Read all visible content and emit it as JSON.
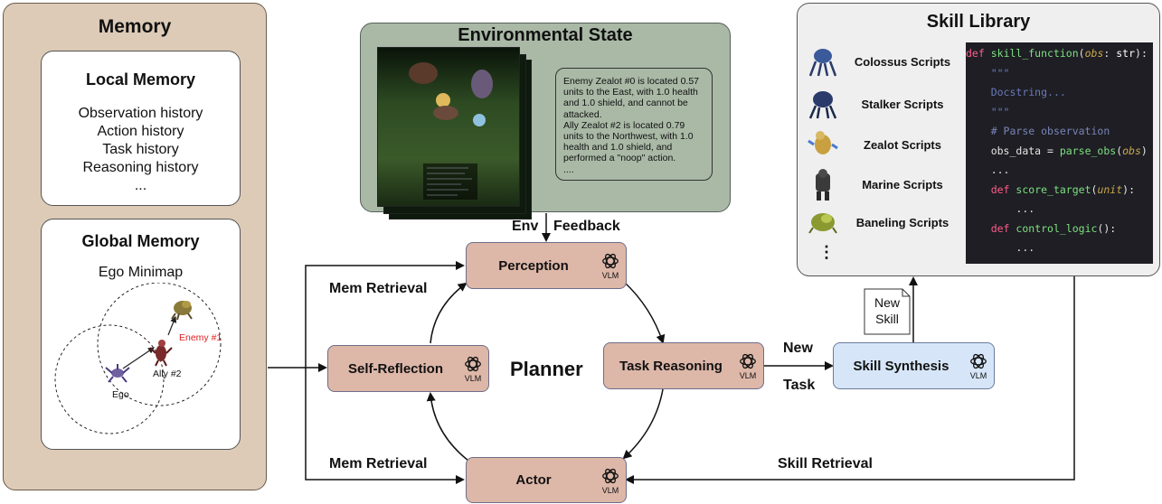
{
  "memory": {
    "title": "Memory",
    "local": {
      "title": "Local Memory",
      "items": [
        "Observation history",
        "Action history",
        "Task history",
        "Reasoning history",
        "..."
      ]
    },
    "global": {
      "title": "Global Memory",
      "subtitle": "Ego Minimap",
      "labels": {
        "enemy": "Enemy #1",
        "ally": "Ally #2",
        "ego": "Ego"
      }
    }
  },
  "environment": {
    "title": "Environmental State",
    "observation_text": "Enemy Zealot #0 is located 0.57 units to the East, with 1.0 health and 1.0 shield, and cannot be attacked.\nAlly Zealot #2 is located 0.79 units to the Northwest, with 1.0 health and 1.0 shield, and performed a \"noop\" action.\n...."
  },
  "skill_library": {
    "title": "Skill Library",
    "units": [
      "Colossus Scripts",
      "Stalker Scripts",
      "Zealot Scripts",
      "Marine Scripts",
      "Baneling Scripts"
    ],
    "more": "⋮"
  },
  "nodes": {
    "perception": "Perception",
    "self_reflection": "Self-Reflection",
    "task_reasoning": "Task Reasoning",
    "actor": "Actor",
    "skill_synthesis": "Skill Synthesis",
    "planner": "Planner",
    "vlm": "VLM"
  },
  "edges": {
    "env_feedback_1": "Env",
    "env_feedback_2": "Feedback",
    "mem_retrieval_top": "Mem Retrieval",
    "mem_retrieval_bottom": "Mem Retrieval",
    "new": "New",
    "task": "Task",
    "new_skill": "New\nSkill",
    "skill_retrieval": "Skill Retrieval"
  }
}
